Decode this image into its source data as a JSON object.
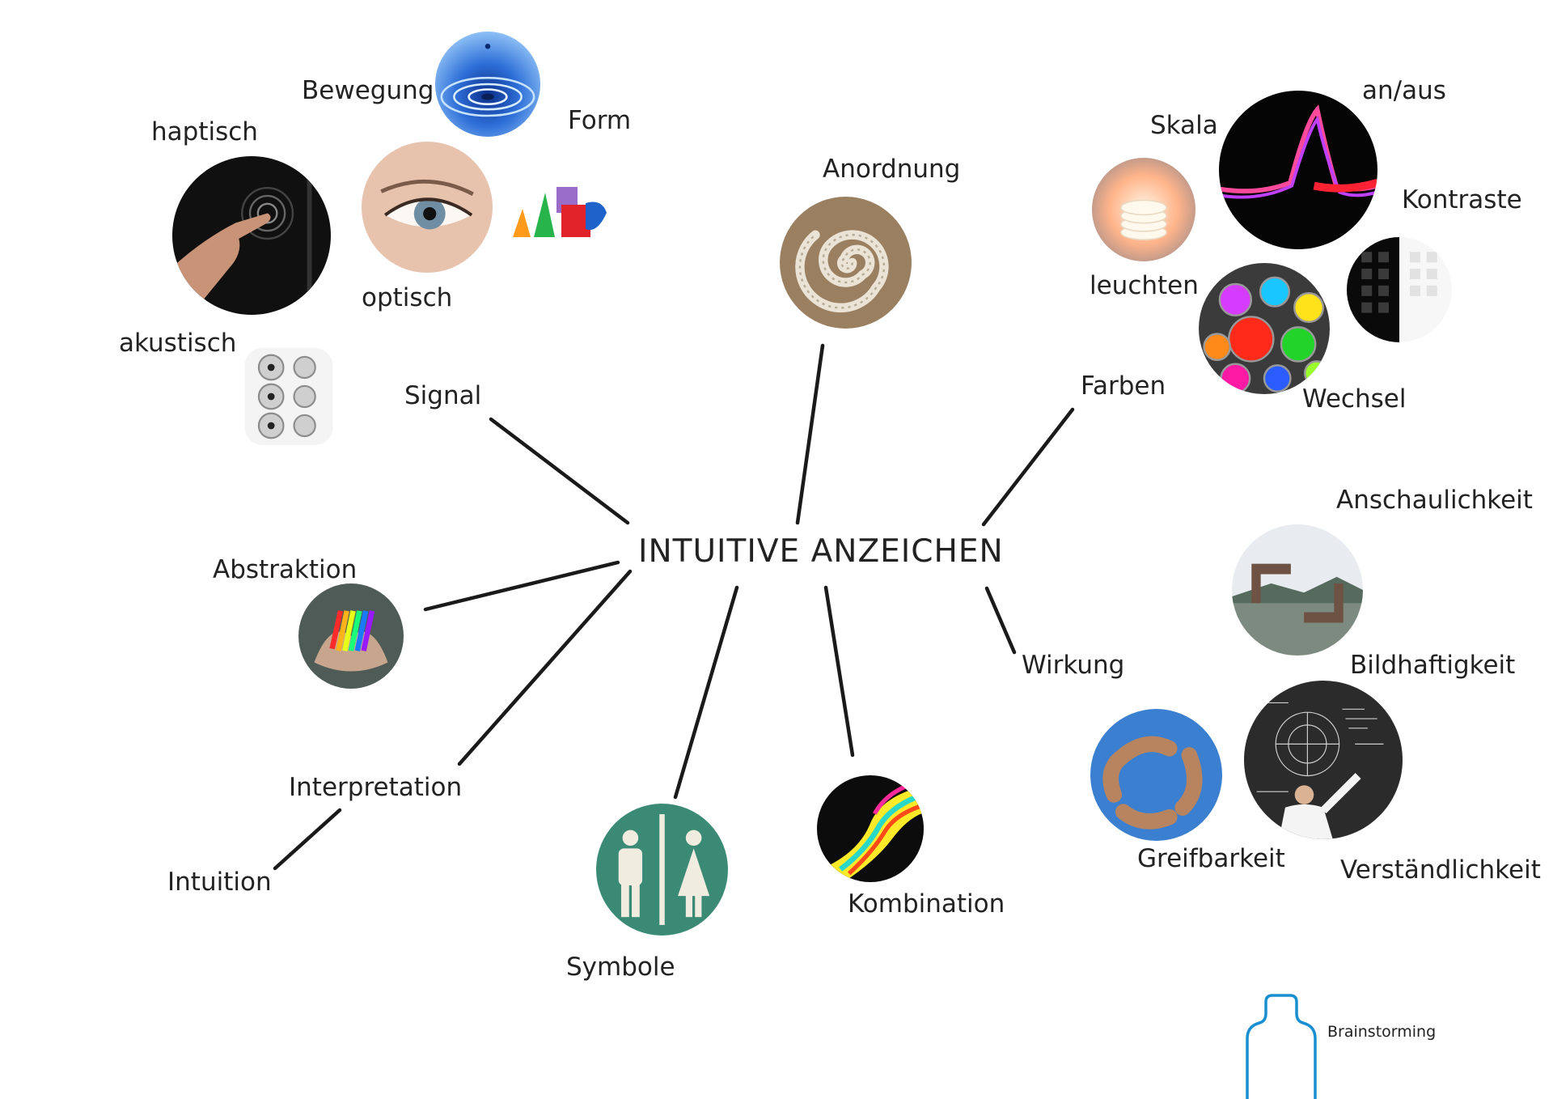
{
  "center": {
    "title": "INTUITIVE ANZEICHEN"
  },
  "branches": {
    "signal": "Signal",
    "anordnung": "Anordnung",
    "farben": "Farben",
    "wirkung": "Wirkung",
    "kombination": "Kombination",
    "symbole": "Symbole",
    "interpretation": "Interpretation",
    "abstraktion": "Abstraktion",
    "intuition": "Intuition"
  },
  "signal_children": {
    "bewegung": "Bewegung",
    "form": "Form",
    "haptisch": "haptisch",
    "optisch": "optisch",
    "akustisch": "akustisch"
  },
  "farben_children": {
    "skala": "Skala",
    "an_aus": "an/aus",
    "kontraste": "Kontraste",
    "leuchten": "leuchten",
    "wechsel": "Wechsel"
  },
  "wirkung_children": {
    "anschaulichkeit": "Anschaulichkeit",
    "bildhaftigkeit": "Bildhaftigkeit",
    "greifbarkeit": "Greifbarkeit",
    "verstaendlichkeit": "Verständlichkeit"
  },
  "footer": {
    "label": "Brainstorming"
  },
  "colors": {
    "line": "#1a1a1a",
    "bottle": "#1a8fd0",
    "sign_bg": "#3a8a76"
  }
}
